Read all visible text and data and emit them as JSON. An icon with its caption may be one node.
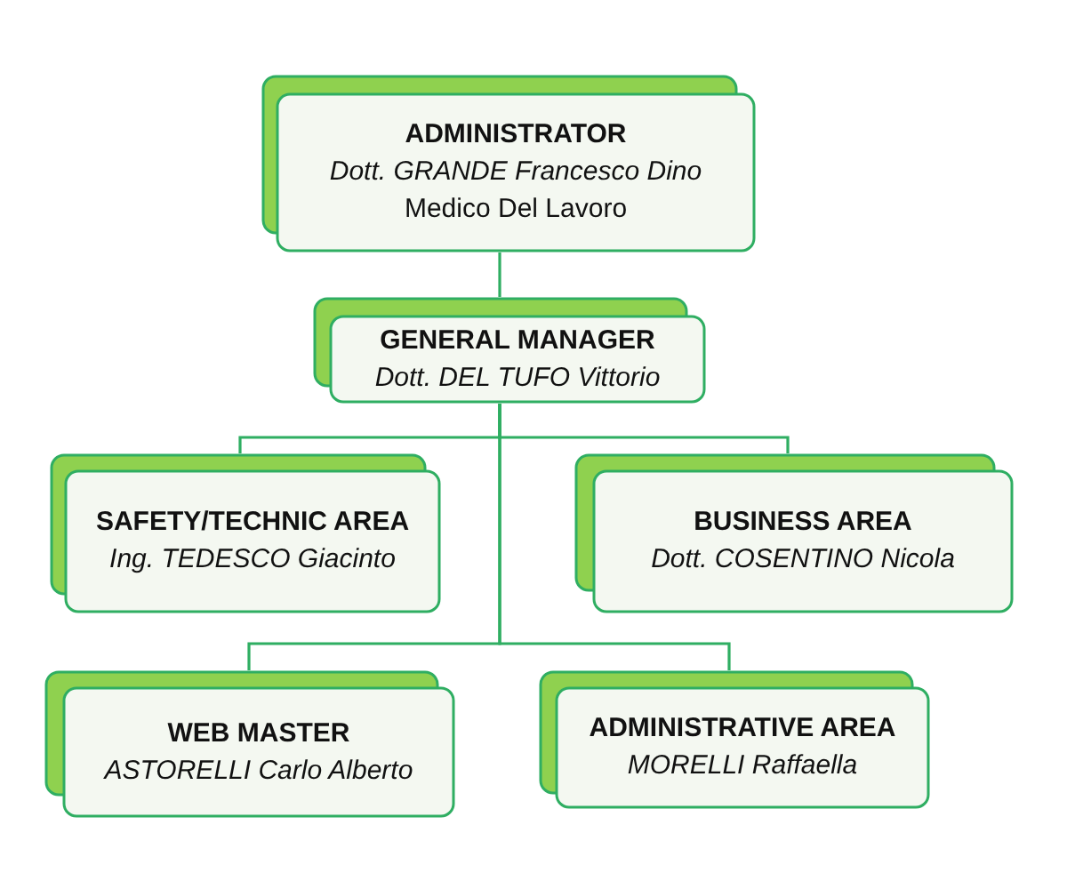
{
  "diagram": {
    "nodes": [
      {
        "text": [
          "ADMINISTRATOR",
          "Dott. GRANDE Francesco Dino",
          "Medico Del Lavoro"
        ]
      },
      {
        "text": [
          "GENERAL MANAGER",
          "Dott. DEL TUFO Vittorio"
        ]
      },
      {
        "text": [
          "SAFETY/TECHNIC AREA",
          "Ing. TEDESCO Giacinto"
        ]
      },
      {
        "text": [
          "BUSINESS AREA",
          "Dott. COSENTINO Nicola"
        ]
      },
      {
        "text": [
          "WEB MASTER",
          "ASTORELLI Carlo Alberto"
        ]
      },
      {
        "text": [
          "ADMINISTRATIVE AREA",
          "MORELLI Raffaella"
        ]
      }
    ],
    "edges": [
      {
        "from": 0,
        "to": 1,
        "arrow": "none"
      },
      {
        "from": 1,
        "to": 2,
        "arrow": "none"
      },
      {
        "from": 1,
        "to": 3,
        "arrow": "none"
      },
      {
        "from": 1,
        "to": 4,
        "arrow": "none"
      },
      {
        "from": 1,
        "to": 5,
        "arrow": "none"
      }
    ]
  }
}
